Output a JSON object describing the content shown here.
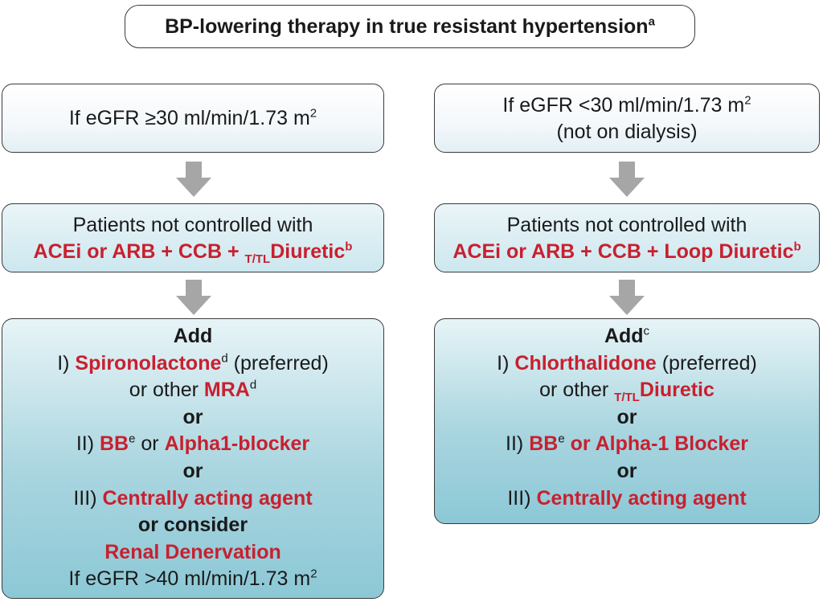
{
  "title": {
    "text": "BP-lowering therapy in true resistant hypertension",
    "sup": "a"
  },
  "left": {
    "top": {
      "text": "If eGFR ≥30 ml/min/1.73 m",
      "sup": "2"
    },
    "mid": {
      "line1": "Patients not controlled with",
      "line2_a": "ACEi or ARB + CCB + ",
      "line2_sub": "T/TL",
      "line2_b": "Diuretic",
      "line2_sup": "b"
    },
    "add": {
      "heading": "Add",
      "opt1_prefix": "I) ",
      "opt1_drug": "Spironolactone",
      "opt1_sup": "d",
      "opt1_suffix": " (preferred)",
      "opt1b_prefix": "or other ",
      "opt1b_drug": "MRA",
      "opt1b_sup": "d",
      "or1": "or",
      "opt2_prefix": "II) ",
      "opt2_drug1": "BB",
      "opt2_sup": "e",
      "opt2_mid": " or ",
      "opt2_drug2": "Alpha1-blocker",
      "or2": "or",
      "opt3_prefix": "III) ",
      "opt3_drug": "Centrally acting agent",
      "or_consider": "or consider",
      "renal": "Renal Denervation",
      "egfr_note": "If eGFR >40 ml/min/1.73 m",
      "egfr_sup": "2"
    }
  },
  "right": {
    "top": {
      "line1": "If eGFR <30 ml/min/1.73 m",
      "sup": "2",
      "line2": "(not on dialysis)"
    },
    "mid": {
      "line1": "Patients not controlled with",
      "line2": "ACEi or ARB + CCB + Loop Diuretic",
      "line2_sup": "b"
    },
    "add": {
      "heading": "Add",
      "heading_sup": "c",
      "opt1_prefix": "I) ",
      "opt1_drug": "Chlorthalidone",
      "opt1_suffix": " (preferred)",
      "opt1b_prefix": "or other ",
      "opt1b_sub": "T/TL",
      "opt1b_drug": "Diuretic",
      "or1": "or",
      "opt2_prefix": "II) ",
      "opt2_drug1": "BB",
      "opt2_sup": "e",
      "opt2_drug2": " or Alpha-1 Blocker",
      "or2": "or",
      "opt3_prefix": "III) ",
      "opt3_drug": "Centrally acting agent"
    }
  },
  "colors": {
    "accent_red": "#c8202f",
    "arrow_grey": "#a6a6a6",
    "box_teal": "#8cc8d6"
  }
}
